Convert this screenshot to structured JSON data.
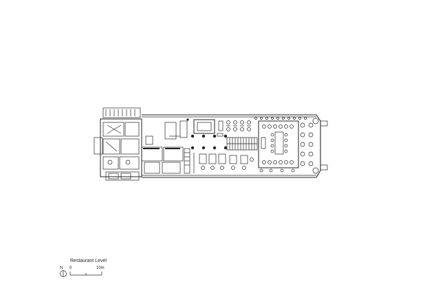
{
  "drawing": {
    "level_title": "Restaurant Level",
    "north_label": "N",
    "scale_start": "0",
    "scale_end": "10m"
  },
  "colors": {
    "line": "#222222",
    "background": "#ffffff"
  }
}
